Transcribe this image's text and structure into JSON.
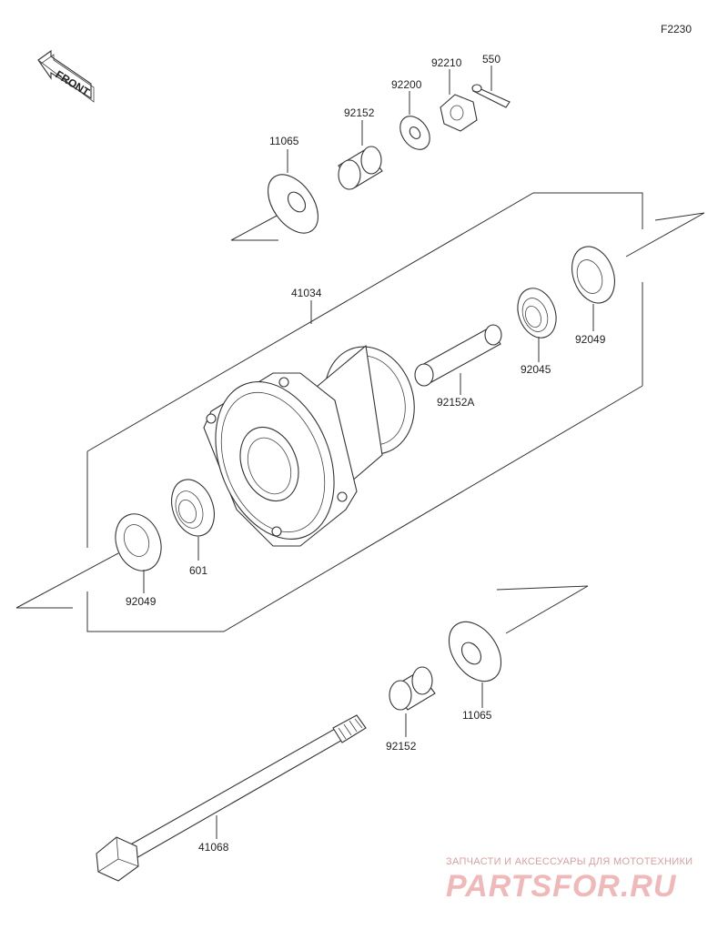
{
  "diagram": {
    "figure_code": "F2230",
    "front_label": "FRONT",
    "parts": [
      {
        "number": "11065"
      },
      {
        "number": "92152"
      },
      {
        "number": "92200"
      },
      {
        "number": "92210"
      },
      {
        "number": "550"
      },
      {
        "number": "41034"
      },
      {
        "number": "92152A"
      },
      {
        "number": "92045"
      },
      {
        "number": "92049"
      },
      {
        "number": "601"
      },
      {
        "number": "92049"
      },
      {
        "number": "92152"
      },
      {
        "number": "11065"
      },
      {
        "number": "41068"
      }
    ]
  },
  "watermark": {
    "tagline": "ЗАПЧАСТИ И АКСЕССУАРЫ ДЛЯ МОТОТЕХНИКИ",
    "brand": "PARTSFOR.RU"
  }
}
